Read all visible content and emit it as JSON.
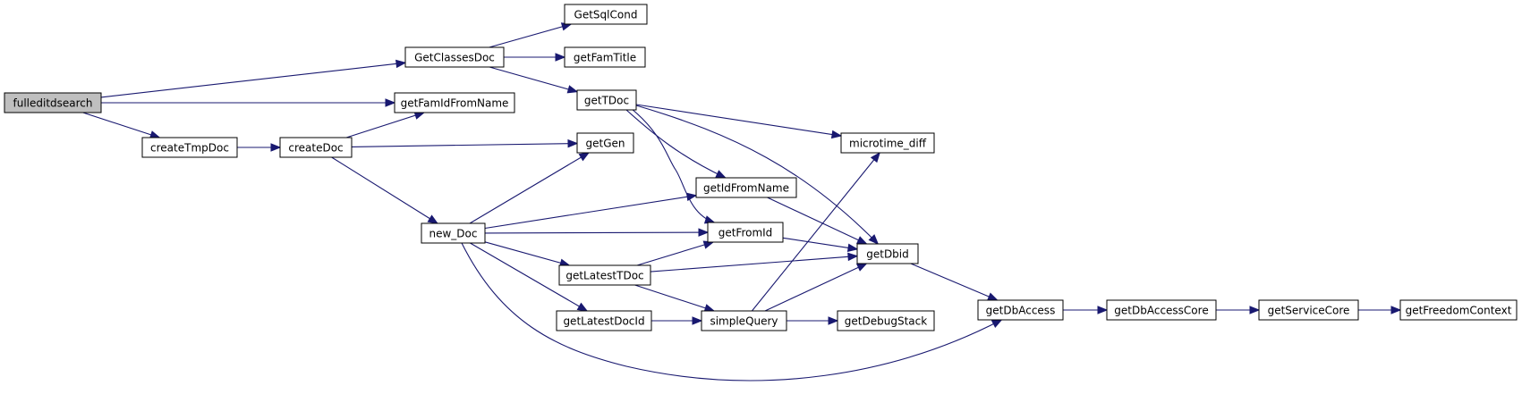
{
  "diagram": {
    "colors": {
      "edge": "#191970",
      "node_border": "#000000",
      "root_fill": "#bfbfbf",
      "node_fill": "#ffffff"
    },
    "nodes": [
      {
        "id": "fulleditdsearch",
        "label": "fulleditdsearch",
        "root": true
      },
      {
        "id": "GetClassesDoc",
        "label": "GetClassesDoc"
      },
      {
        "id": "getFamIdFromName",
        "label": "getFamIdFromName"
      },
      {
        "id": "createTmpDoc",
        "label": "createTmpDoc"
      },
      {
        "id": "createDoc",
        "label": "createDoc"
      },
      {
        "id": "GetSqlCond",
        "label": "GetSqlCond"
      },
      {
        "id": "getFamTitle",
        "label": "getFamTitle"
      },
      {
        "id": "getTDoc",
        "label": "getTDoc"
      },
      {
        "id": "getGen",
        "label": "getGen"
      },
      {
        "id": "new_Doc",
        "label": "new_Doc"
      },
      {
        "id": "microtime_diff",
        "label": "microtime_diff"
      },
      {
        "id": "getIdFromName",
        "label": "getIdFromName"
      },
      {
        "id": "getFromId",
        "label": "getFromId"
      },
      {
        "id": "getDbid",
        "label": "getDbid"
      },
      {
        "id": "getLatestTDoc",
        "label": "getLatestTDoc"
      },
      {
        "id": "getLatestDocId",
        "label": "getLatestDocId"
      },
      {
        "id": "simpleQuery",
        "label": "simpleQuery"
      },
      {
        "id": "getDebugStack",
        "label": "getDebugStack"
      },
      {
        "id": "getDbAccess",
        "label": "getDbAccess"
      },
      {
        "id": "getDbAccessCore",
        "label": "getDbAccessCore"
      },
      {
        "id": "getServiceCore",
        "label": "getServiceCore"
      },
      {
        "id": "getFreedomContext",
        "label": "getFreedomContext"
      }
    ],
    "edges": [
      [
        "fulleditdsearch",
        "GetClassesDoc"
      ],
      [
        "fulleditdsearch",
        "getFamIdFromName"
      ],
      [
        "fulleditdsearch",
        "createTmpDoc"
      ],
      [
        "GetClassesDoc",
        "GetSqlCond"
      ],
      [
        "GetClassesDoc",
        "getFamTitle"
      ],
      [
        "GetClassesDoc",
        "getTDoc"
      ],
      [
        "createTmpDoc",
        "createDoc"
      ],
      [
        "createDoc",
        "getFamIdFromName"
      ],
      [
        "createDoc",
        "getGen"
      ],
      [
        "createDoc",
        "new_Doc"
      ],
      [
        "getTDoc",
        "microtime_diff"
      ],
      [
        "getTDoc",
        "getIdFromName"
      ],
      [
        "getTDoc",
        "getFromId"
      ],
      [
        "getTDoc",
        "getDbid"
      ],
      [
        "new_Doc",
        "getGen"
      ],
      [
        "new_Doc",
        "getIdFromName"
      ],
      [
        "new_Doc",
        "getFromId"
      ],
      [
        "new_Doc",
        "getLatestTDoc"
      ],
      [
        "new_Doc",
        "getLatestDocId"
      ],
      [
        "new_Doc",
        "getDbAccess"
      ],
      [
        "getIdFromName",
        "getDbid"
      ],
      [
        "getFromId",
        "getDbid"
      ],
      [
        "getLatestTDoc",
        "getFromId"
      ],
      [
        "getLatestTDoc",
        "getDbid"
      ],
      [
        "getLatestTDoc",
        "simpleQuery"
      ],
      [
        "getLatestDocId",
        "simpleQuery"
      ],
      [
        "simpleQuery",
        "microtime_diff"
      ],
      [
        "simpleQuery",
        "getDbid"
      ],
      [
        "simpleQuery",
        "getDebugStack"
      ],
      [
        "getDbid",
        "getDbAccess"
      ],
      [
        "getDbAccess",
        "getDbAccessCore"
      ],
      [
        "getDbAccessCore",
        "getServiceCore"
      ],
      [
        "getServiceCore",
        "getFreedomContext"
      ]
    ]
  }
}
